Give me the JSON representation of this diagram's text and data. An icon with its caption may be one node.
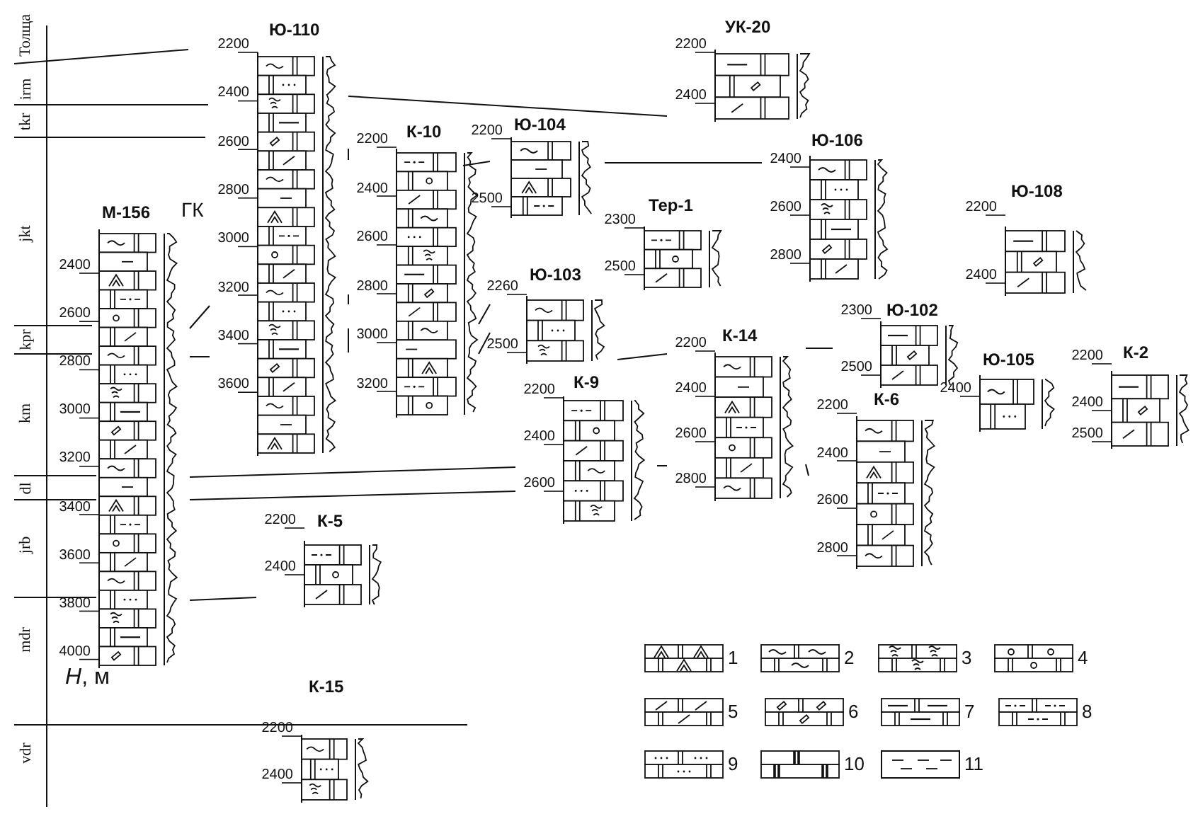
{
  "diagram": {
    "nodes": [
      {
        "text": [
          "Ю-110"
        ],
        "beside": [
          "2200",
          "2400",
          "2600",
          "2800",
          "3000",
          "3200",
          "3400",
          "3600"
        ]
      },
      {
        "text": [
          "УК-20"
        ],
        "beside": [
          "2200",
          "2400"
        ]
      },
      {
        "text": [
          "Ю-104"
        ],
        "beside": [
          "2200",
          "2500"
        ]
      },
      {
        "text": [
          "К-10"
        ],
        "beside": [
          "2200",
          "2400",
          "2600",
          "2800",
          "3000",
          "3200"
        ]
      },
      {
        "text": [
          "Ю-106"
        ],
        "beside": [
          "2400",
          "2600",
          "2800"
        ]
      },
      {
        "text": [
          "Ю-108"
        ],
        "beside": [
          "2200",
          "2400"
        ]
      },
      {
        "text": [
          "М-156"
        ],
        "beside": [
          "2400",
          "2600",
          "2800",
          "3000",
          "3200",
          "3400",
          "3600",
          "3800",
          "4000"
        ]
      },
      {
        "text": [
          "Тер-1"
        ],
        "beside": [
          "2300",
          "2500"
        ]
      },
      {
        "text": [
          "Ю-103"
        ],
        "beside": [
          "2260",
          "2500"
        ]
      },
      {
        "text": [
          "Ю-102"
        ],
        "beside": [
          "2300",
          "2500"
        ]
      },
      {
        "text": [
          "К-14"
        ],
        "beside": [
          "2200",
          "2400",
          "2600",
          "2800"
        ]
      },
      {
        "text": [
          "К-9"
        ],
        "beside": [
          "2200",
          "2400",
          "2600"
        ]
      },
      {
        "text": [
          "Ю-105"
        ],
        "beside": [
          "2400"
        ]
      },
      {
        "text": [
          "К-2"
        ],
        "beside": [
          "2200",
          "2400",
          "2500"
        ]
      },
      {
        "text": [
          "К-6"
        ],
        "beside": [
          "2200",
          "2400",
          "2600",
          "2800"
        ]
      },
      {
        "text": [
          "К-5"
        ],
        "beside": [
          "2200",
          "2400"
        ]
      },
      {
        "text": [
          "К-15"
        ],
        "beside": [
          "2200",
          "2400"
        ]
      }
    ],
    "edges": [
      {
        "from": 0,
        "to": 1,
        "arrow": "none"
      },
      {
        "from": 0,
        "to": 3,
        "arrow": "none"
      },
      {
        "from": 3,
        "to": 2,
        "arrow": "none"
      },
      {
        "from": 2,
        "to": 4,
        "arrow": "none"
      },
      {
        "from": 0,
        "to": 3,
        "arrow": "none"
      },
      {
        "from": 0,
        "to": 3,
        "arrow": "none"
      },
      {
        "from": 3,
        "to": 8,
        "arrow": "none"
      },
      {
        "from": 3,
        "to": 8,
        "arrow": "none"
      },
      {
        "from": 8,
        "to": 10,
        "arrow": "none"
      },
      {
        "from": 10,
        "to": 9,
        "arrow": "none"
      },
      {
        "from": 6,
        "to": 0,
        "arrow": "none"
      },
      {
        "from": 6,
        "to": 0,
        "arrow": "none"
      },
      {
        "from": 6,
        "to": 11,
        "arrow": "none"
      },
      {
        "from": 6,
        "to": 11,
        "arrow": "none"
      },
      {
        "from": 11,
        "to": 10,
        "arrow": "none"
      },
      {
        "from": 10,
        "to": 14,
        "arrow": "none"
      },
      {
        "from": 6,
        "to": 15,
        "arrow": "none"
      }
    ],
    "labels": [
      "Толща",
      "irm",
      "tkr",
      "jkt",
      "kpr",
      "km",
      "dl",
      "jrb",
      "mdr",
      "vdr",
      "ГК",
      "*H*, м"
    ],
    "legend": [
      {
        "text": "1"
      },
      {
        "text": "2"
      },
      {
        "text": "3"
      },
      {
        "text": "4"
      },
      {
        "text": "5"
      },
      {
        "text": "6"
      },
      {
        "text": "7"
      },
      {
        "text": "8"
      },
      {
        "text": "9"
      },
      {
        "text": "10"
      },
      {
        "text": "11"
      }
    ]
  }
}
